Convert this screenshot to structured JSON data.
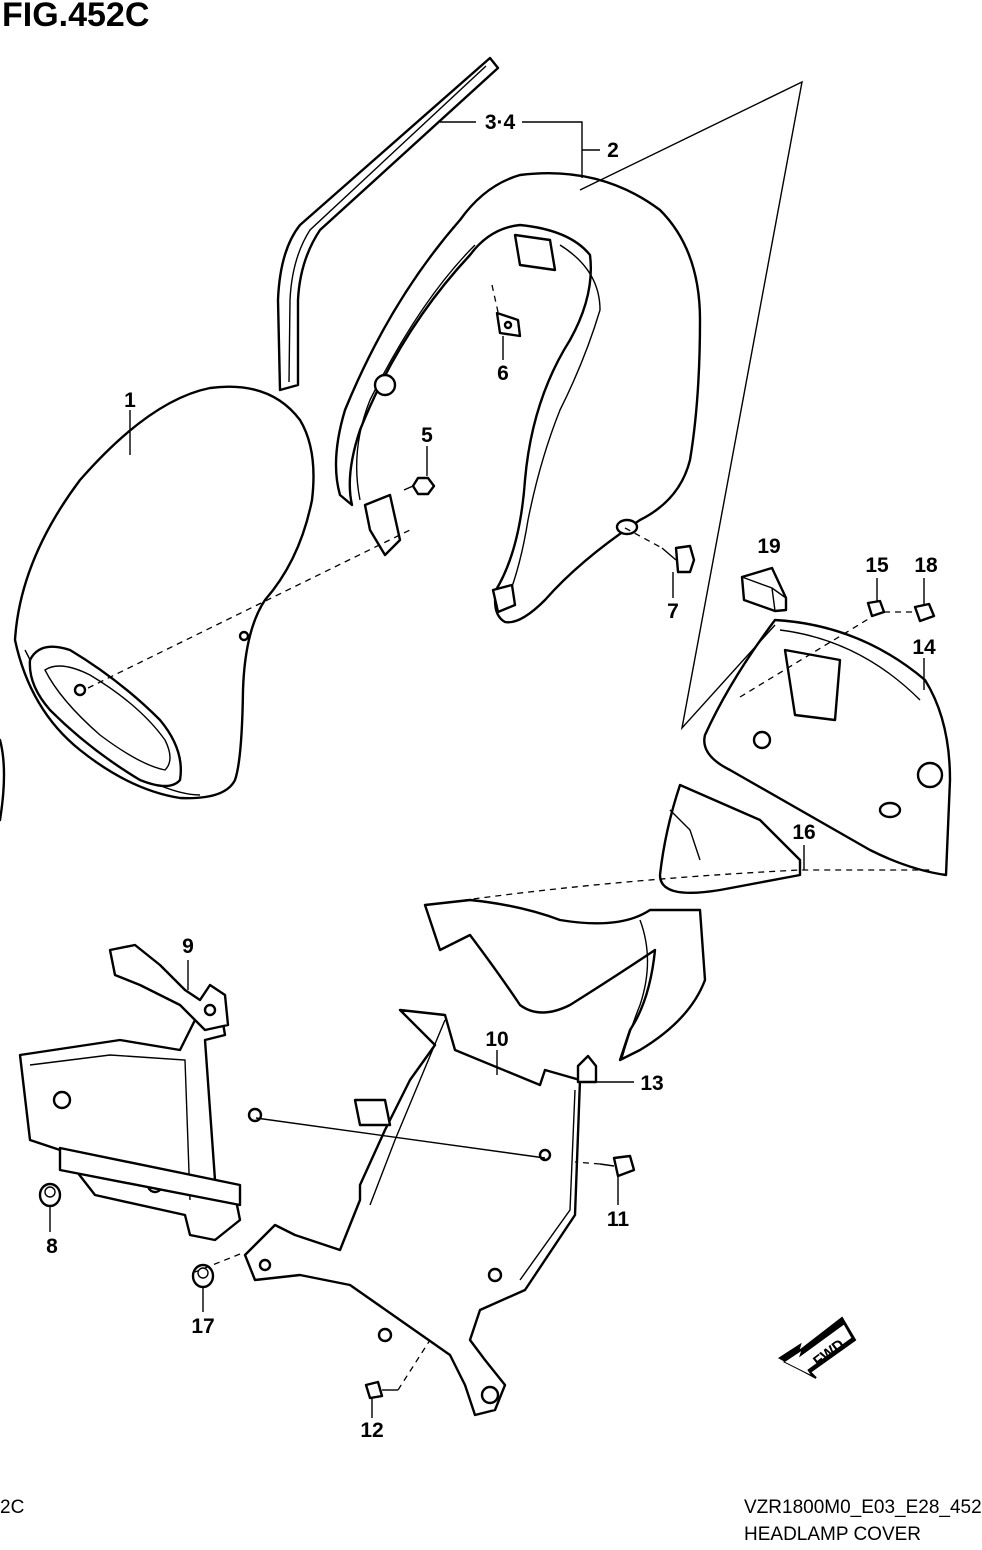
{
  "figure": {
    "title": "FIG.452C",
    "footer_left": "2C",
    "footer_code": "VZR1800M0_E03_E28_452",
    "footer_title": "HEADLAMP COVER"
  },
  "callouts": {
    "c1": "1",
    "c2": "2",
    "c34": "3·4",
    "c5": "5",
    "c6": "6",
    "c7": "7",
    "c8": "8",
    "c9": "9",
    "c10": "10",
    "c11": "11",
    "c12": "12",
    "c13": "13",
    "c14": "14",
    "c15": "15",
    "c16": "16",
    "c17": "17",
    "c18": "18",
    "c19": "19"
  },
  "fwd_badge": "FWD"
}
